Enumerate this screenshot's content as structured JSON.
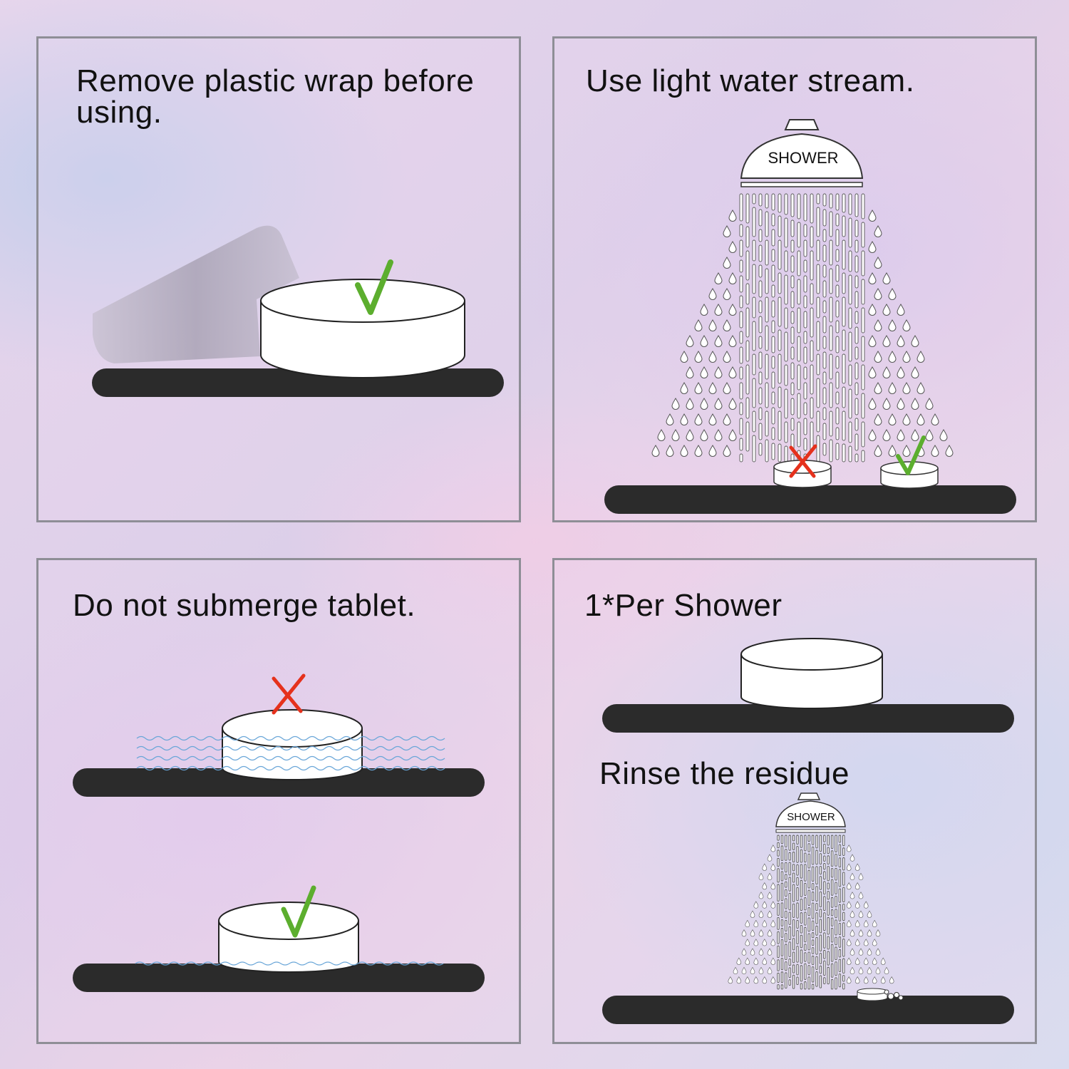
{
  "panels": [
    {
      "heading": "Remove plastic wrap before using."
    },
    {
      "heading": "Use light water stream.",
      "shower_label": "SHOWER"
    },
    {
      "heading": "Do not submerge tablet."
    },
    {
      "heading": "1*Per Shower",
      "subheading": "Rinse the residue",
      "shower_label": "SHOWER"
    }
  ],
  "colors": {
    "check": "#5cae2e",
    "cross": "#e5311c",
    "shelf": "#2b2b2b",
    "frame": "#8e8e96",
    "water": "#6aa6d8"
  },
  "icons": [
    "check-icon",
    "cross-icon",
    "shower-head-icon",
    "water-drop-icon",
    "wave-icon"
  ]
}
